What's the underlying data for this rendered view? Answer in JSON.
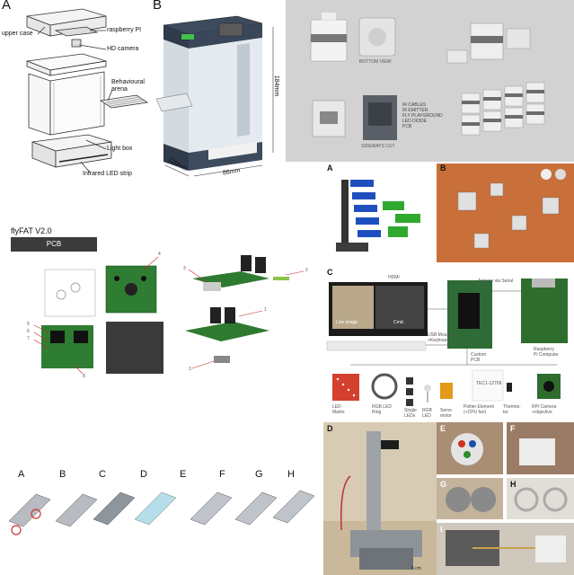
{
  "panelA": {
    "letter": "A",
    "labels": {
      "upper_case": "upper case",
      "raspberry": "raspberry PI",
      "camera": "HD camera",
      "arena": "Behavioural arena",
      "lightbox": "Light box",
      "led": "Infrared LED strip"
    }
  },
  "panelB": {
    "letter": "B",
    "dims": {
      "height": "184mm",
      "width": "120mm",
      "depth": "86mm"
    }
  },
  "topRight": {
    "bottom_view": "BOTTOM VIEW",
    "sideways_cut": "SIDEWAYS CUT",
    "legend": [
      "IR CABLES",
      "IR EMITTER",
      "FLY PLAYGROUND",
      "LED DIODE",
      "PCB"
    ]
  },
  "flyfat": {
    "title": "flyFAT V2.0",
    "pcb": "PCB",
    "callouts": [
      "1",
      "2",
      "3",
      "4",
      "5",
      "6",
      "7",
      "8"
    ]
  },
  "ethoPanel": {
    "letters": [
      "A",
      "B",
      "C"
    ],
    "hdmi": "HDMI",
    "live_image": "Live image",
    "cmd": "Cmd.",
    "usb": "USB Mouse\n+Keyboard",
    "arduino": "Arduino via Serial",
    "custom_pcb": "Custom\nPCB",
    "raspberry": "Raspberry\nPi Computer",
    "parts": [
      "LED\nMatrix",
      "RGB LED\nRing",
      "Single\nLEDs",
      "RGB\nLED",
      "Servo\nmotor",
      "Peltier Element\n(+CPU fan)",
      "Thermis-\ntor",
      "RPi Camera\n+objective"
    ],
    "peltier_code": "TEC1-12706"
  },
  "arenas": {
    "letters": [
      "A",
      "B",
      "C",
      "D",
      "E",
      "F",
      "G",
      "H"
    ]
  },
  "photoD": {
    "letter": "D",
    "scale": "5 cm"
  },
  "photosRight": {
    "letters": [
      "E",
      "F",
      "G",
      "H",
      "I"
    ]
  }
}
